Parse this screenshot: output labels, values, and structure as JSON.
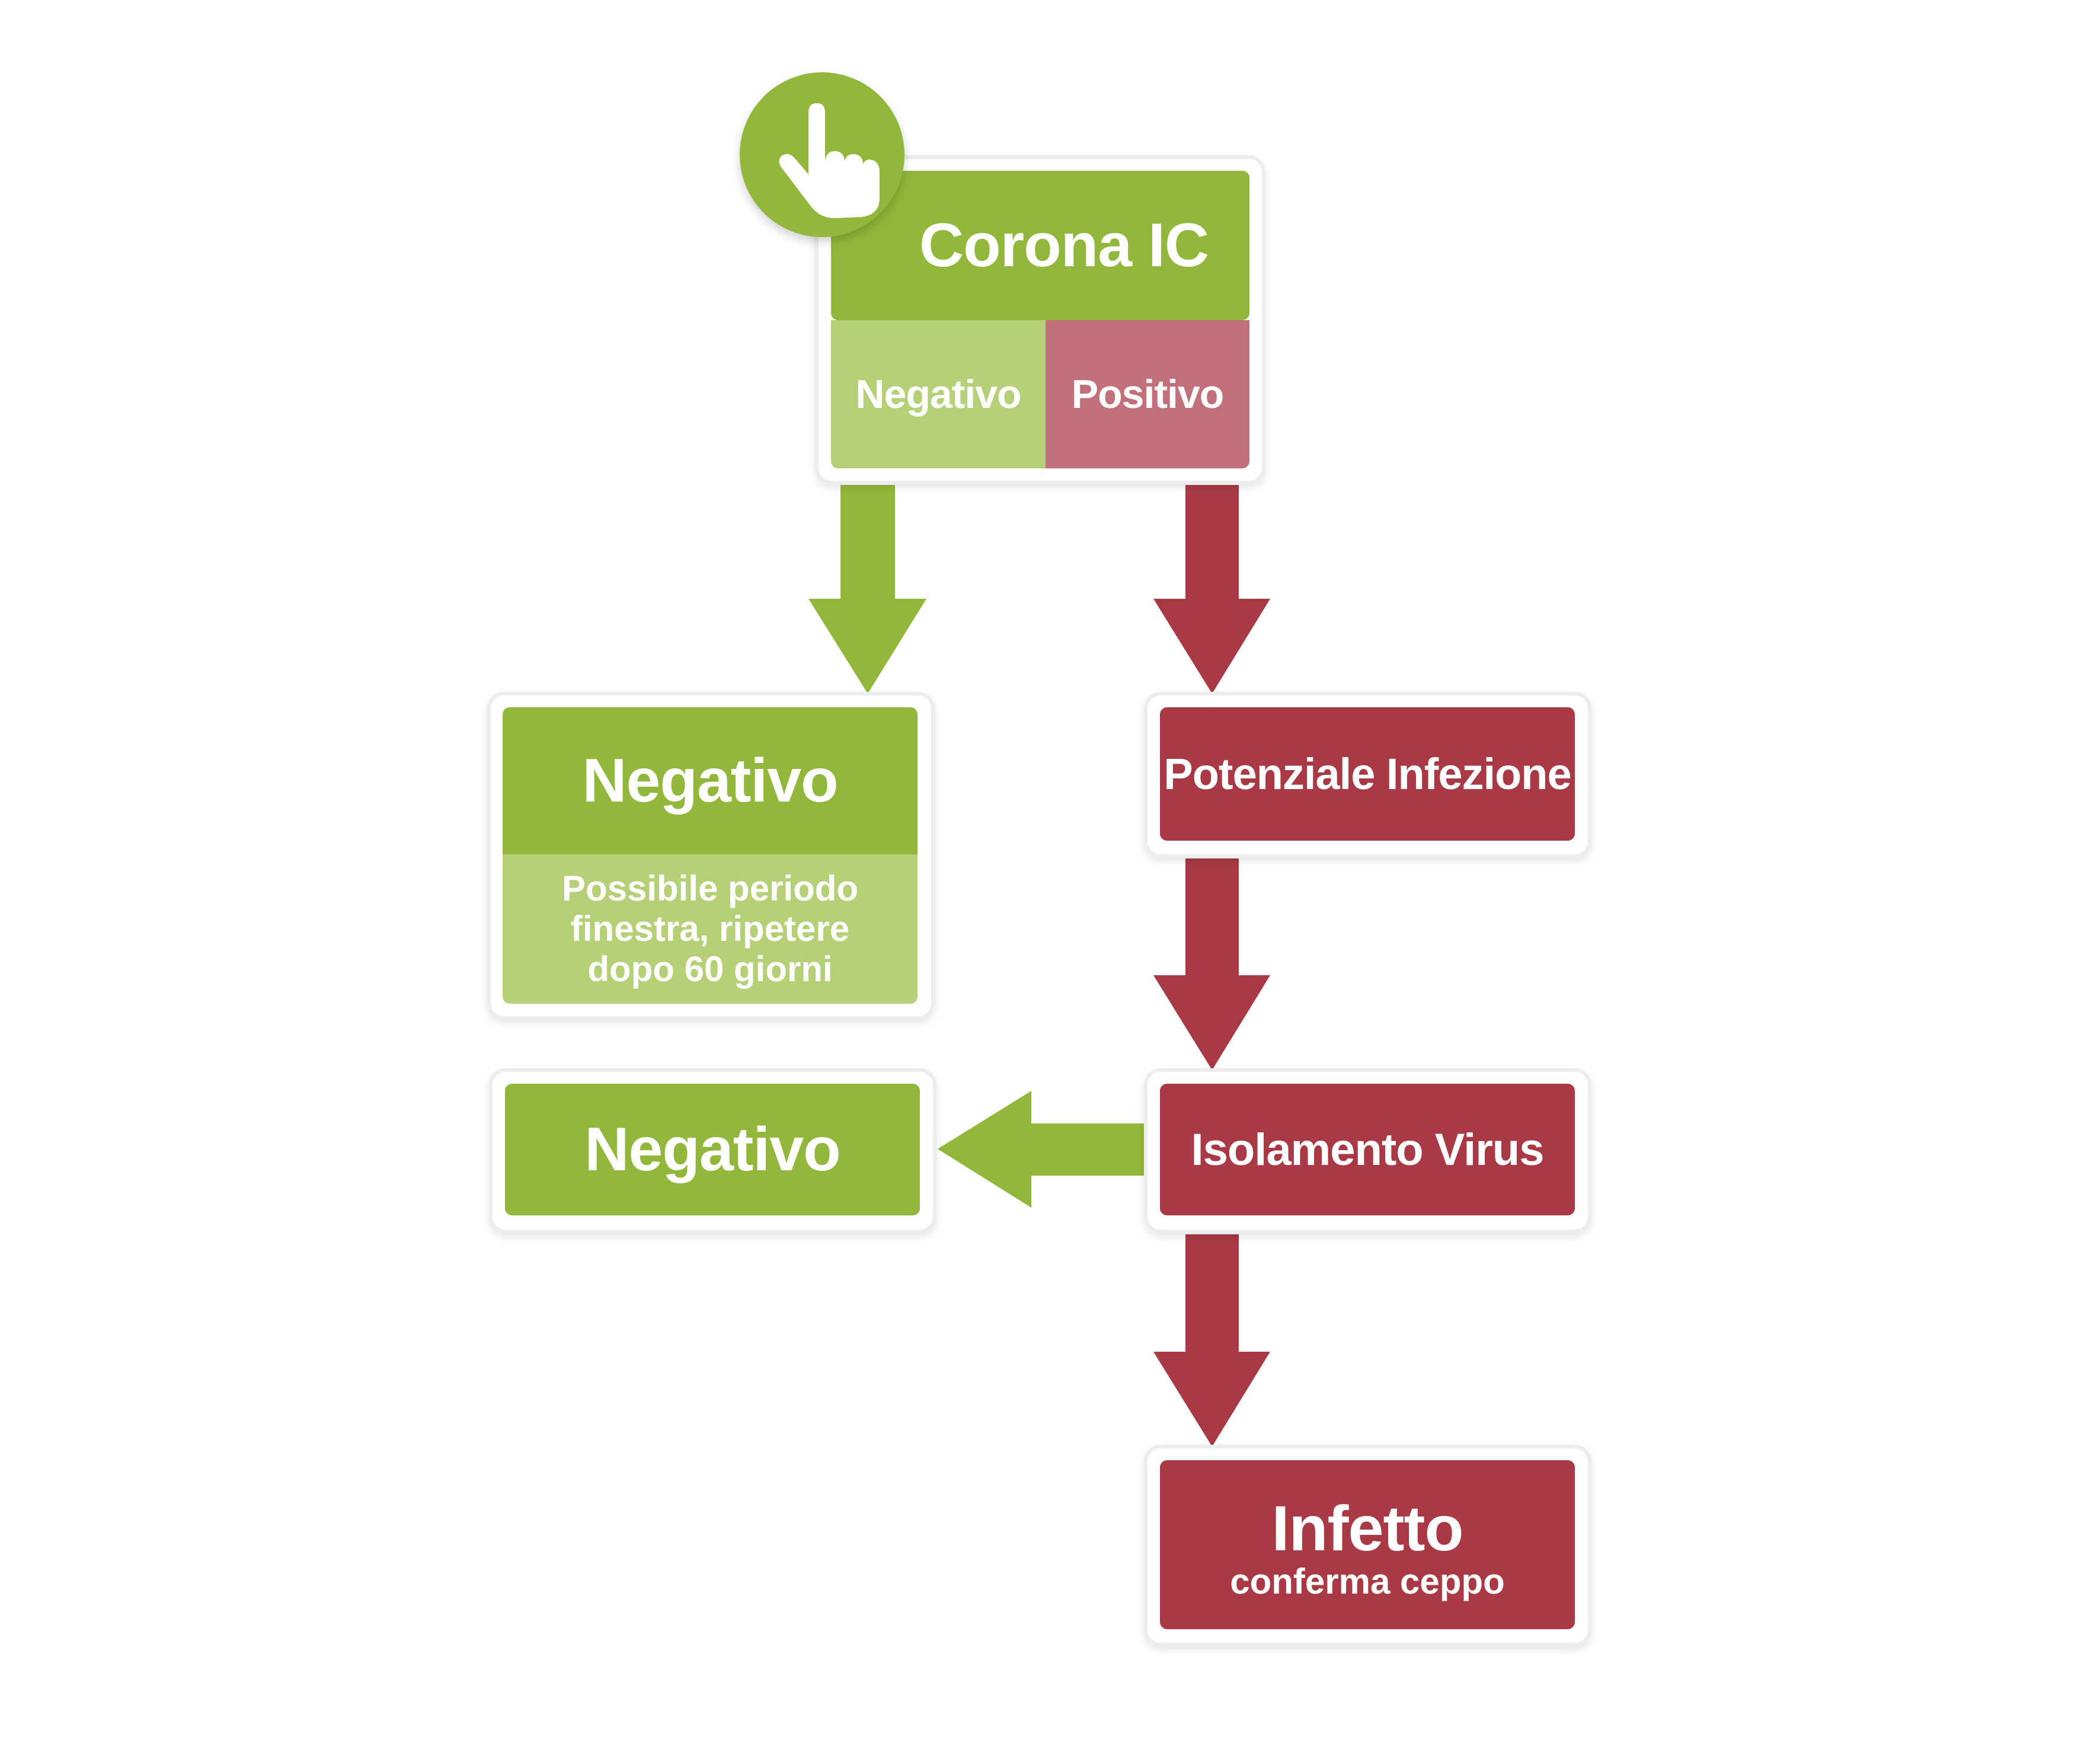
{
  "colors": {
    "green": "#91b83a",
    "light_green": "#b5d077",
    "red": "#a93a45",
    "pink": "#c2717a"
  },
  "start": {
    "icon": "pointing-hand-icon",
    "title": "Corona IC",
    "negative_label": "Negativo",
    "positive_label": "Positivo"
  },
  "negative_box": {
    "title": "Negativo",
    "note": "Possibile periodo\nfinestra, ripetere\ndopo 60 giorni"
  },
  "potential_infection": {
    "title": "Potenziale Infezione"
  },
  "virus_isolation": {
    "title": "Isolamento Virus"
  },
  "negative_result": {
    "title": "Negativo"
  },
  "infected": {
    "title": "Infetto",
    "subtitle": "conferma ceppo"
  }
}
